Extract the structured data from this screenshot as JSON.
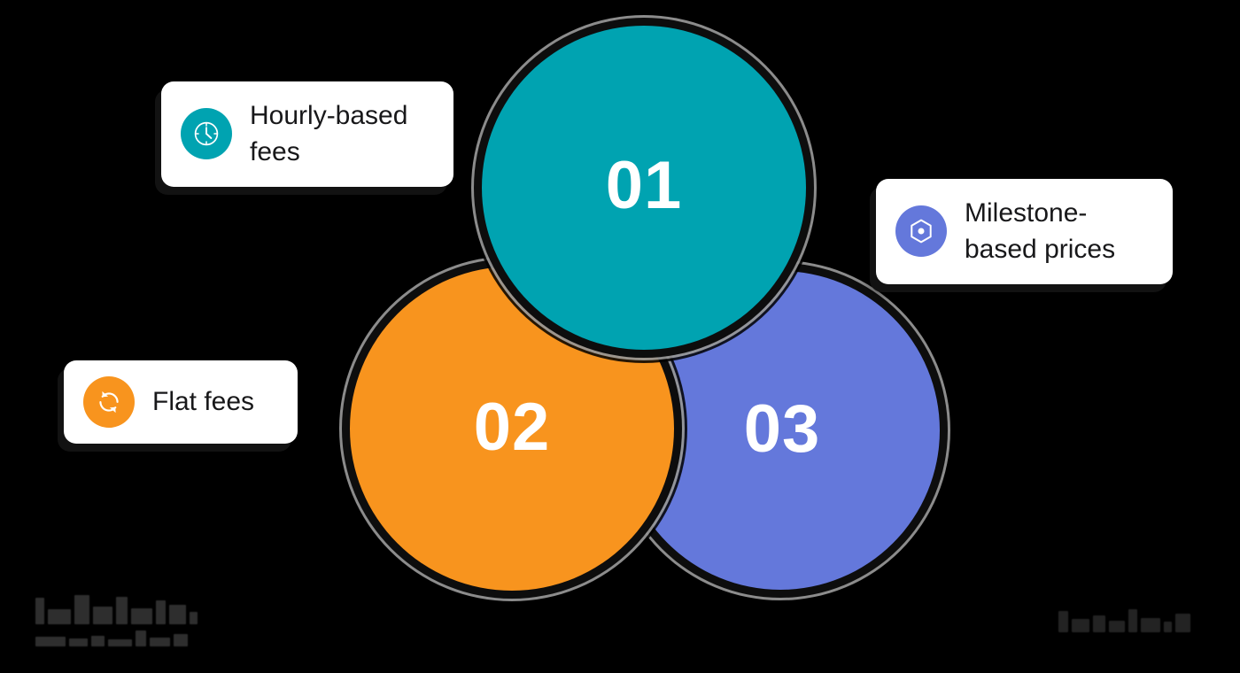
{
  "page": {
    "title": "Pricing Models Venn Infographic",
    "background_color": "#000000"
  },
  "venn": {
    "circles": [
      {
        "id": "circle-01",
        "number": "01",
        "color": "#00A3B1",
        "linked_label": "Hourly-based fees",
        "number_color": "#FFFFFF"
      },
      {
        "id": "circle-02",
        "number": "02",
        "color": "#F8941E",
        "linked_label": "Flat fees",
        "number_color": "#FFFFFF"
      },
      {
        "id": "circle-03",
        "number": "03",
        "color": "#6478DB",
        "linked_label": "Milestone-based prices",
        "number_color": "#FFFFFF"
      }
    ]
  },
  "cards": [
    {
      "id": "card-hourly",
      "label": "Hourly-based\nfees",
      "icon": "clock-icon",
      "icon_bg": "#00A3B1",
      "icon_color": "#FFFFFF",
      "card_bg": "#FFFFFF",
      "text_color": "#18181A"
    },
    {
      "id": "card-flat",
      "label": "Flat fees",
      "icon": "sync-refresh-icon",
      "icon_bg": "#F8941E",
      "icon_color": "#FFFFFF",
      "card_bg": "#FFFFFF",
      "text_color": "#18181A"
    },
    {
      "id": "card-milestone",
      "label": "Milestone-\nbased prices",
      "icon": "hexagon-dot-icon",
      "icon_bg": "#6478DB",
      "icon_color": "#FFFFFF",
      "card_bg": "#FFFFFF",
      "text_color": "#18181A"
    }
  ],
  "watermarks": {
    "left": {
      "name": "obscured-logo-mark",
      "legible": false,
      "color": "#2E2E2E"
    },
    "right": {
      "name": "obscured-wordmark",
      "legible": false,
      "color": "#232323"
    }
  }
}
